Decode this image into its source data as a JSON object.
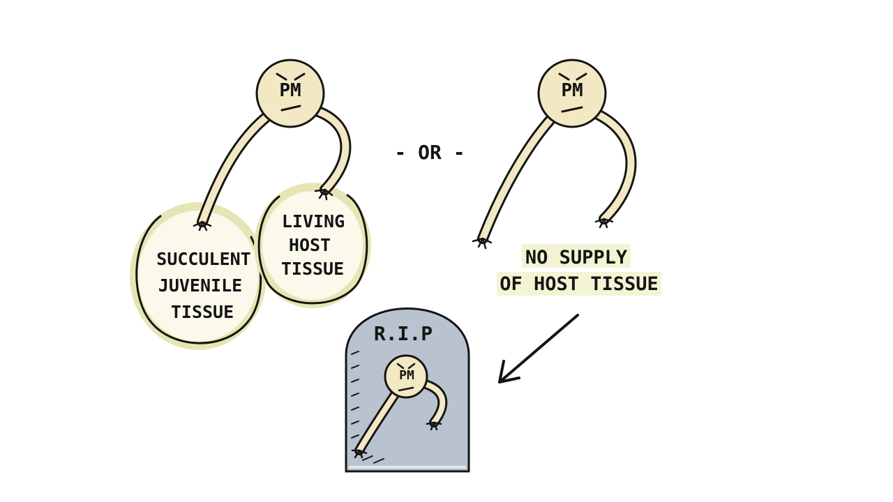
{
  "colors": {
    "ink": "#141414",
    "creature_fill": "#f3e8c4",
    "tissue_fill": "#fbf9ec",
    "tissue_ring": "#e5e6b4",
    "tomb_fill": "#b9c2cf",
    "highlight": "#eef0c2"
  },
  "left_scene": {
    "creature_label": "PM",
    "tissue_a": {
      "lines": [
        "SUCCULENT",
        "JUVENILE",
        "TISSUE"
      ]
    },
    "tissue_b": {
      "lines": [
        "LIVING",
        "HOST",
        "TISSUE"
      ]
    }
  },
  "separator": "- OR -",
  "right_scene": {
    "creature_label": "PM",
    "caption_lines": [
      "NO SUPPLY",
      "OF HOST TISSUE"
    ]
  },
  "tombstone": {
    "inscription": "R.I.P",
    "creature_label": "PM"
  },
  "icons": {
    "arrow": "arrow-down-left-icon"
  }
}
